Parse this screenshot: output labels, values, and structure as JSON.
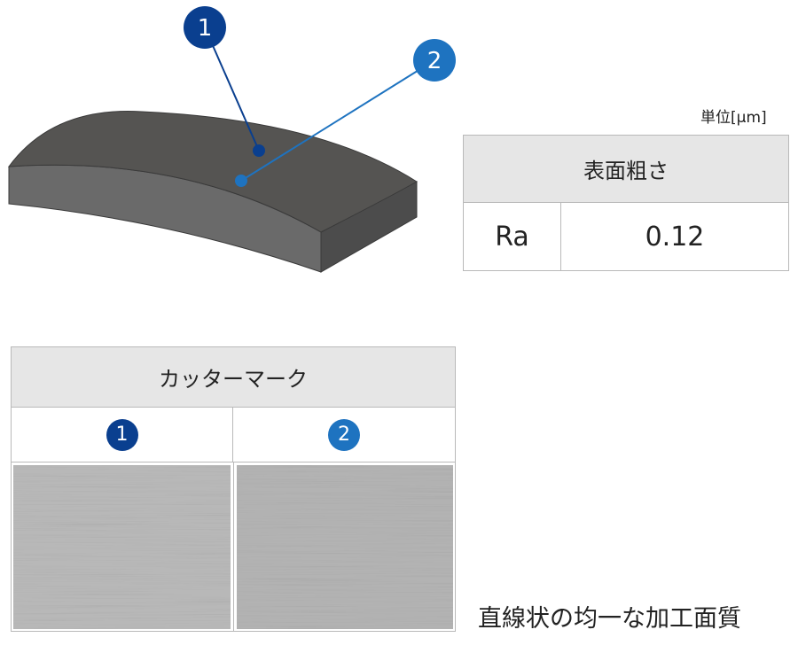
{
  "colors": {
    "marker_1": "#0a3f8f",
    "marker_2": "#1e73c0",
    "part_top": "#545350",
    "part_side": "#6a6a6a",
    "table_header": "#e6e6e6"
  },
  "illustration": {
    "marker_1": "1",
    "marker_2": "2"
  },
  "roughness_table": {
    "unit": "単位[μm]",
    "header": "表面粗さ",
    "param_label": "Ra",
    "param_value": "0.12"
  },
  "cutter_table": {
    "header": "カッターマーク",
    "col_1": "1",
    "col_2": "2"
  },
  "caption": "直線状の均一な加工面質"
}
